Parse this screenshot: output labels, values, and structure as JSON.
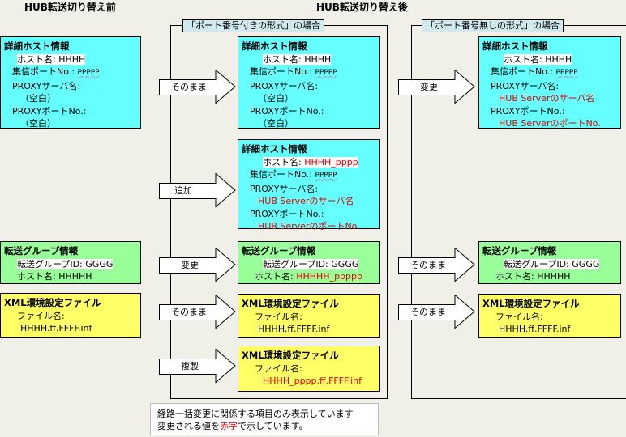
{
  "titles": {
    "before": "HUB転送切り替え前",
    "after": "HUB転送切り替え後"
  },
  "groups": {
    "with_port": "「ポート番号付きの形式」の場合",
    "without_port": "「ポート番号無しの形式」の場合"
  },
  "labels": {
    "host_info": "詳細ホスト情報",
    "host_name": "ホスト名:",
    "recv_port": "集信ポートNo.:",
    "proxy_server": "PROXYサーバ名:",
    "proxy_port": "PROXYポートNo.:",
    "blank": "（空白）",
    "group_info": "転送グループ情報",
    "group_id": "転送グループID:",
    "xml_file": "XML環境設定ファイル",
    "file_name": "ファイル名:"
  },
  "values": {
    "host": "HHHH",
    "host_pppp": "HHHH_pppp",
    "port": "PPPPP",
    "hub_server": "HUB Serverのサーバ名",
    "hub_port": "HUB ServerのポートNo.",
    "gid": "GGGG",
    "ghost": "HHHHH",
    "ghost_new": "HHHHH_ppppp",
    "file": "HHHH.ff.FFFF.inf",
    "file_new": "HHHH_pppp.ff.FFFF.inf"
  },
  "arrows": {
    "keep": "そのまま",
    "add": "追加",
    "change": "変更",
    "copy": "複製"
  },
  "note": {
    "line1": "経路一括変更に関係する項目のみ表示しています",
    "line2_pre": "変更される値を",
    "line2_red": "赤字",
    "line2_post": "で示しています。"
  },
  "colors": {
    "host_box": "#66ffff",
    "group_box": "#99ff99",
    "file_box": "#ffff66",
    "changed_text": "#e00000"
  }
}
